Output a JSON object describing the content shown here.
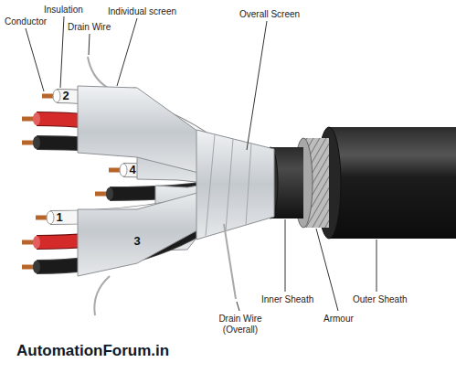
{
  "diagram": {
    "labels": [
      "Conductor",
      "Insulation",
      "Drain Wire",
      "Individual screen",
      "Overall Screen",
      "2",
      "4",
      "1",
      "3",
      "Inner Sheath",
      "Armour",
      "Outer Sheath",
      "Drain Wire (Overall)",
      "AutomationForum.in"
    ]
  }
}
